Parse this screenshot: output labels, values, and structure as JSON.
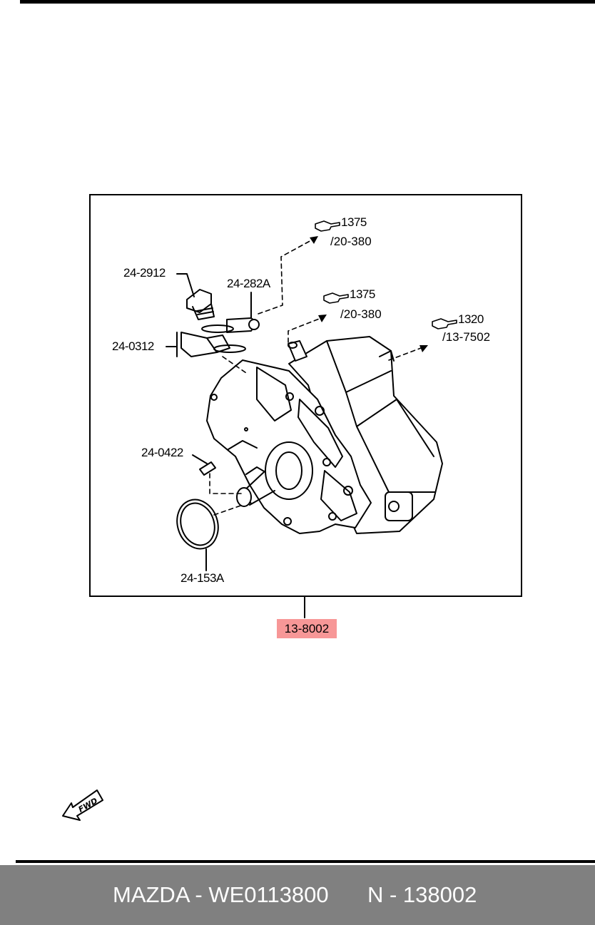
{
  "labels": {
    "bolt": "24-2912",
    "union_bolt": "24-282A",
    "bracket": "24-0312",
    "key": "24-0422",
    "o_ring": "24-153A",
    "ref1": {
      "num": "1375",
      "sub": "/20-380"
    },
    "ref2": {
      "num": "1375",
      "sub": "/20-380"
    },
    "ref3": {
      "num": "1320",
      "sub": "/13-7502"
    }
  },
  "highlight": "13-8002",
  "fwd_badge": "FWD",
  "footer": {
    "brand_part": "MAZDA - WE0113800",
    "ref_number": "N - 138002"
  },
  "colors": {
    "highlight": "#f79797",
    "footer_bg": "#808080"
  }
}
